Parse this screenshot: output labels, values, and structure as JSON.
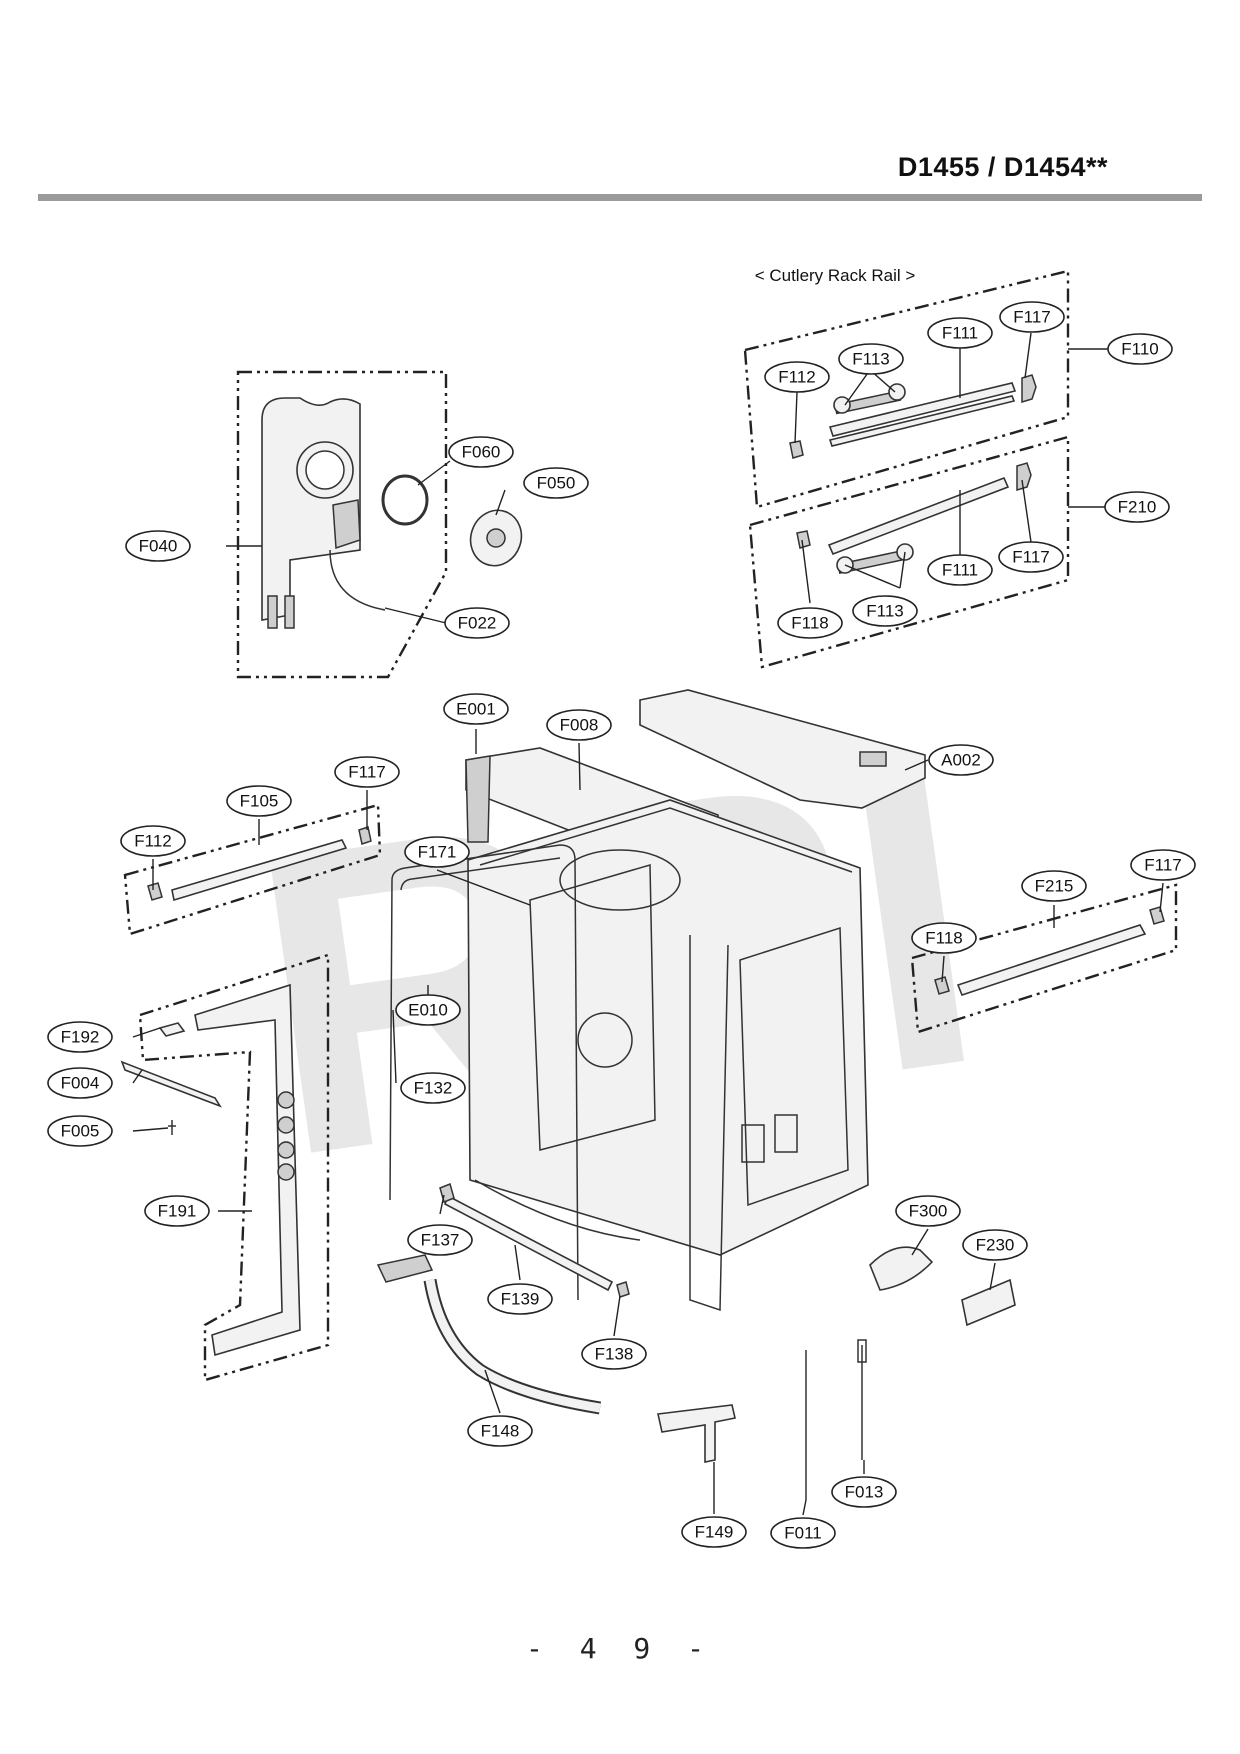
{
  "header": {
    "model_title": "D1455 / D1454**"
  },
  "section_label": "< Cutlery Rack Rail >",
  "watermark": "RPI",
  "page_number": "- 4 9 -",
  "callouts": {
    "f110": "F110",
    "f111_top": "F111",
    "f117_top": "F117",
    "f113_top": "F113",
    "f112_top": "F112",
    "f210": "F210",
    "f111_mid": "F111",
    "f117_mid": "F117",
    "f113_mid": "F113",
    "f118_mid": "F118",
    "f060": "F060",
    "f050": "F050",
    "f040": "F040",
    "f022": "F022",
    "e001": "E001",
    "f008": "F008",
    "a002": "A002",
    "f117_left": "F117",
    "f105": "F105",
    "f112_left": "F112",
    "f171": "F171",
    "f215": "F215",
    "f117_right": "F117",
    "f118_right": "F118",
    "e010": "E010",
    "f192": "F192",
    "f004": "F004",
    "f005": "F005",
    "f132": "F132",
    "f191": "F191",
    "f300": "F300",
    "f230": "F230",
    "f137": "F137",
    "f139": "F139",
    "f138": "F138",
    "f148": "F148",
    "f149": "F149",
    "f011": "F011",
    "f013": "F013"
  }
}
